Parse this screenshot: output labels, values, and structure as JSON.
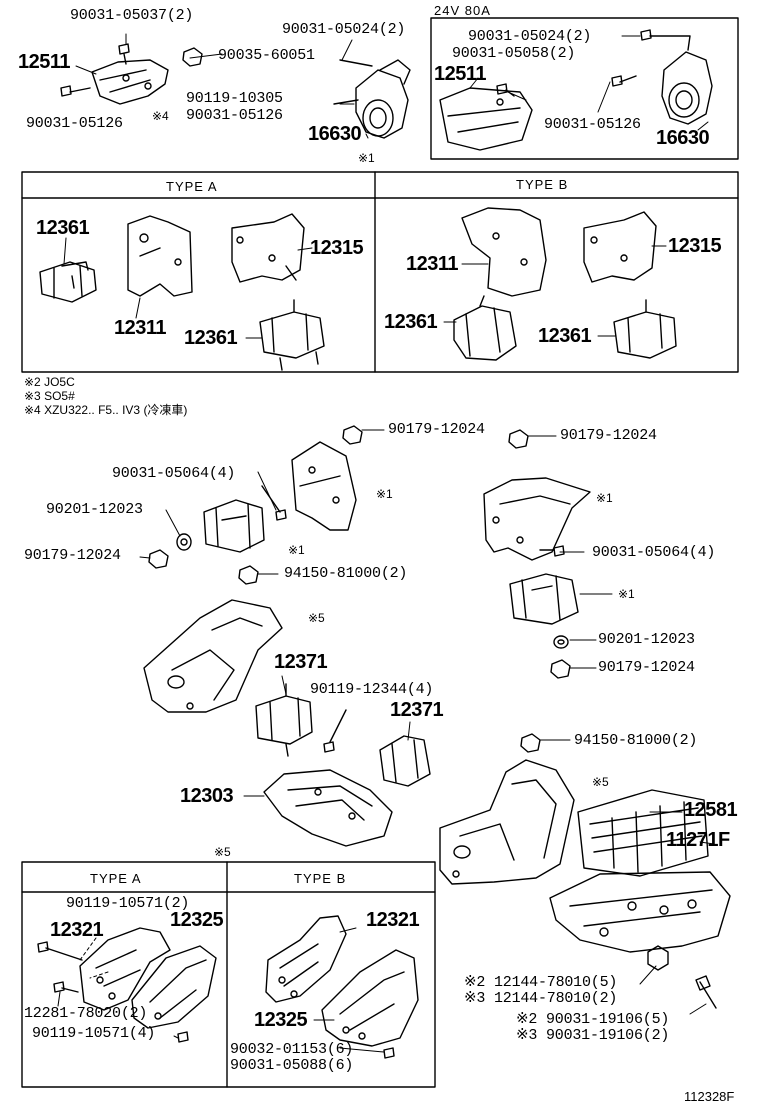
{
  "labels": {
    "p90031_05037": "90031-05037(2)",
    "p12511_a": "12511",
    "p90035_60051": "90035-60051",
    "p90031_05024_a": "90031-05024(2)",
    "p90031_05126_a": "90031-05126",
    "p90119_10305": "90119-10305",
    "mark4": "※4",
    "p90031_05126_b": "90031-05126",
    "p16630_a": "16630",
    "head_24v": "24V 80A",
    "p90031_05024_b": "90031-05024(2)",
    "p90031_05058": "90031-05058(2)",
    "p12511_b": "12511",
    "p90031_05126_c": "90031-05126",
    "p16630_b": "16630",
    "mark1_top": "※1",
    "type_a_1": "TYPE A",
    "type_b_1": "TYPE B",
    "p12361_a": "12361",
    "p12315_a": "12315",
    "p12311_a": "12311",
    "p12361_b": "12361",
    "p12311_b": "12311",
    "p12315_b": "12315",
    "p12361_c": "12361",
    "p12361_d": "12361",
    "note2": "※2 JO5C",
    "note3": "※3 SO5#",
    "note4": "※4 XZU322.. F5.. IV3 (冷凍車)",
    "p90179_12024_a": "90179-12024",
    "p90031_05064_a": "90031-05064(4)",
    "mark1_a": "※1",
    "p90201_12023_a": "90201-12023",
    "mark1_b": "※1",
    "p90179_12024_b": "90179-12024",
    "p94150_81000_a": "94150-81000(2)",
    "mark5_a": "※5",
    "p12371_a": "12371",
    "p90119_12344": "90119-12344(4)",
    "p12371_b": "12371",
    "p12303": "12303",
    "p90179_12024_c": "90179-12024",
    "mark1_c": "※1",
    "p90031_05064_b": "90031-05064(4)",
    "mark1_d": "※1",
    "p90201_12023_b": "90201-12023",
    "p90179_12024_d": "90179-12024",
    "p94150_81000_b": "94150-81000(2)",
    "mark5_b": "※5",
    "p12581": "12581",
    "p11271f": "11271F",
    "mark5_c": "※5",
    "type_a_2": "TYPE A",
    "type_b_2": "TYPE B",
    "p90119_10571_a": "90119-10571(2)",
    "p12321_a": "12321",
    "p12325_a": "12325",
    "p12321_b": "12321",
    "p12281_78020": "12281-78020(2)",
    "p90119_10571_b": "90119-10571(4)",
    "p12325_b": "12325",
    "p90032_01153": "90032-01153(6)",
    "p90031_05088": "90031-05088(6)",
    "p12144_78010_a": "※2 12144-78010(5)",
    "p12144_78010_b": "※3 12144-78010(2)",
    "p90031_19106_a": "※2 90031-19106(5)",
    "p90031_19106_b": "※3 90031-19106(2)",
    "code": "112328F"
  }
}
